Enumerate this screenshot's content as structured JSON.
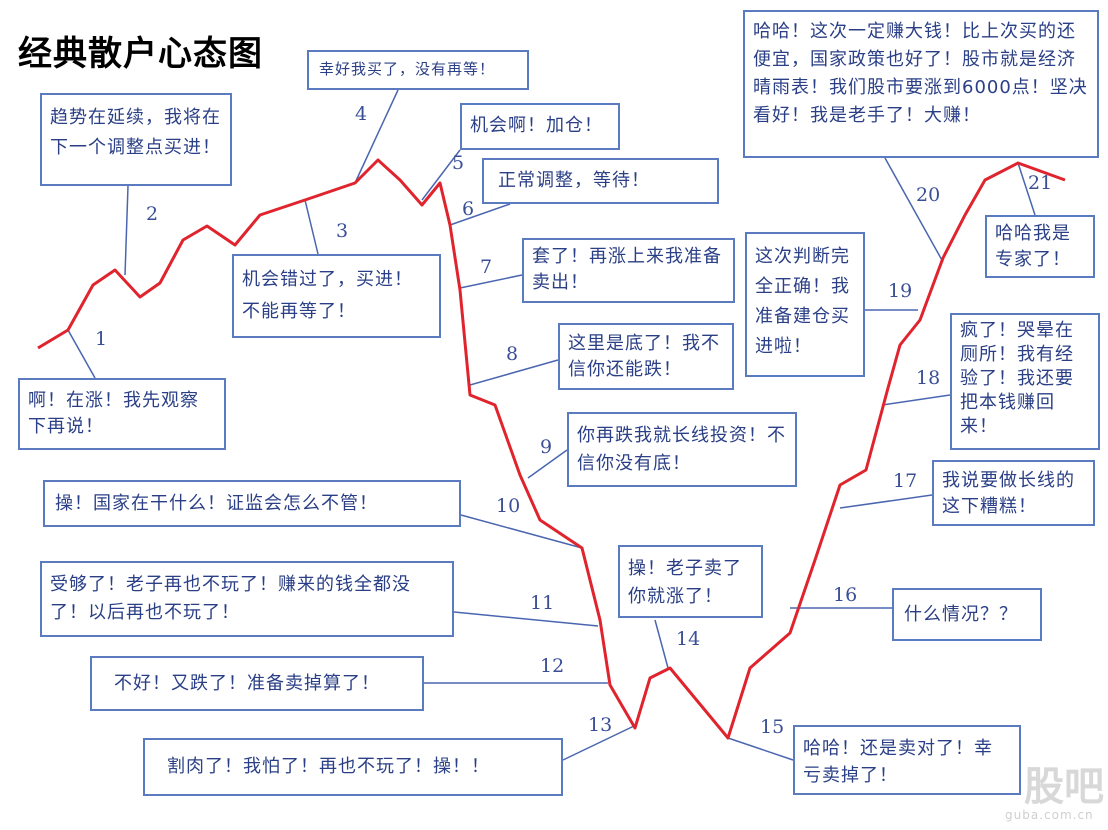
{
  "title": "经典散户心态图",
  "colors": {
    "price_line": "#e0242e",
    "box_border": "#5b7bc0",
    "text": "#2a3f86"
  },
  "annotations": [
    {
      "n": "1",
      "text": "啊！在涨！我先观察下再说！"
    },
    {
      "n": "2",
      "text": "趋势在延续，我将在下一个调整点买进！"
    },
    {
      "n": "3",
      "text": "机会错过了，买进！不能再等了！"
    },
    {
      "n": "4",
      "text": "幸好我买了，没有再等！"
    },
    {
      "n": "5",
      "text": "机会啊！加仓！"
    },
    {
      "n": "6",
      "text": "正常调整，等待！"
    },
    {
      "n": "7",
      "text": "套了！再涨上来我准备卖出！"
    },
    {
      "n": "8",
      "text": "这里是底了！我不信你还能跌！"
    },
    {
      "n": "9",
      "text": "你再跌我就长线投资！不信你没有底！"
    },
    {
      "n": "10",
      "text": "操！国家在干什么！证监会怎么不管！"
    },
    {
      "n": "11",
      "text": "受够了！老子再也不玩了！赚来的钱全都没了！以后再也不玩了！"
    },
    {
      "n": "12",
      "text": "不好！又跌了！准备卖掉算了！"
    },
    {
      "n": "13",
      "text": "割肉了！我怕了！再也不玩了！操！！"
    },
    {
      "n": "14",
      "text": "操！老子卖了你就涨了！"
    },
    {
      "n": "15",
      "text": "哈哈！还是卖对了！幸亏卖掉了！"
    },
    {
      "n": "16",
      "text": "什么情况？？"
    },
    {
      "n": "17",
      "text": "我说要做长线的这下糟糕！"
    },
    {
      "n": "18",
      "text": "疯了！哭晕在厕所！我有经验了！我还要把本钱赚回来！"
    },
    {
      "n": "19",
      "text": "这次判断完全正确！我准备建仓买进啦！"
    },
    {
      "n": "20",
      "text": "哈哈！这次一定赚大钱！比上次买的还便宜，国家政策也好了！股市就是经济晴雨表！我们股市要涨到6000点！坚决看好！我是老手了！大赚！"
    },
    {
      "n": "21",
      "text": "哈哈我是专家了！"
    }
  ],
  "watermark": {
    "logo": "股吧",
    "site": "guba.com.cn"
  }
}
